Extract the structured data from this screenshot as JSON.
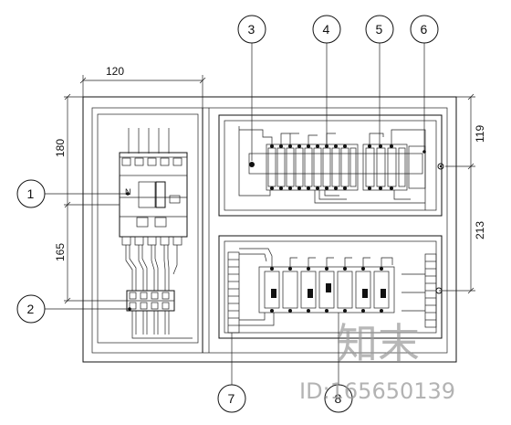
{
  "dimensions": {
    "top_width": "120",
    "left_upper": "180",
    "left_lower": "165",
    "right_upper": "119",
    "right_lower": "213"
  },
  "callouts": [
    "1",
    "2",
    "3",
    "4",
    "5",
    "6",
    "7",
    "8"
  ],
  "component_marks": {
    "breaker_label": "N"
  },
  "watermark": {
    "logo_text": "知末",
    "id_text": "ID:165650139"
  }
}
